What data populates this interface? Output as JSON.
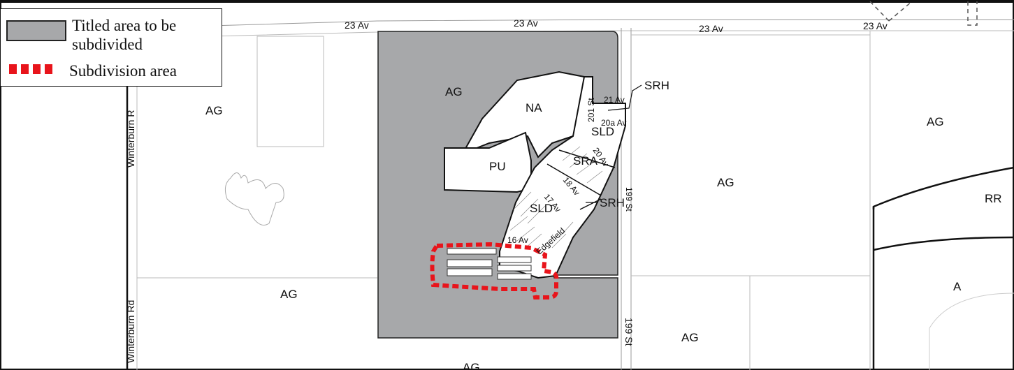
{
  "legend": {
    "items": [
      {
        "label_line1": "Titled area to be",
        "label_line2": "subdivided",
        "swatch": "gray-fill",
        "color": "#a7a8aa"
      },
      {
        "label": "Subdivision area",
        "swatch": "red-dashed",
        "color": "#e8141b"
      }
    ]
  },
  "roads": {
    "ave_23": "23 Av",
    "winterburn": "Winterburn Rd",
    "winterburn_top": "Winterburn R",
    "st_199": "199 St",
    "st_199_upper": "199 St",
    "st_201": "201 St",
    "ave_21": "21 Av",
    "ave_20a": "20a Av",
    "ave_20": "20 Av",
    "ave_18": "18 Av",
    "ave_17": "17 Av",
    "ave_16": "16 Av",
    "crescent": "Edgefield"
  },
  "zones": {
    "ag": "AG",
    "na": "NA",
    "pu": "PU",
    "sld": "SLD",
    "sra": "SRA",
    "srh": "SRH",
    "rr": "RR",
    "a": "A"
  },
  "colors": {
    "titled_area": "#a7a8aa",
    "subdivision_outline": "#e8141b",
    "lines": "#111111"
  }
}
